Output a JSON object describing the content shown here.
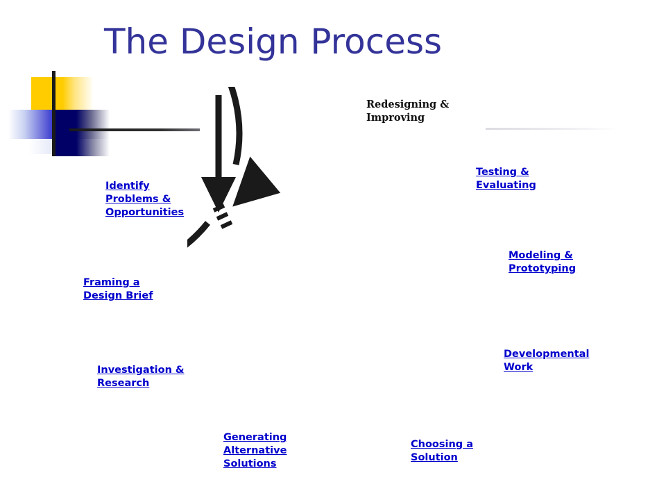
{
  "slide": {
    "title": "The Design Process",
    "title_color": "#333399",
    "background": "#ffffff"
  },
  "decoration": {
    "yellow_color": "#FFCC00",
    "navy_color": "#000066",
    "blue_color": "#3333CC",
    "line_color": "#1a1a1a",
    "right_rule_color": "#dcdce2"
  },
  "diagram": {
    "type": "cycle",
    "shape": "circle",
    "stroke_color": "#1a1a1a",
    "stroke_width": 9,
    "direction": "counter-clockwise",
    "entry_arrow": "downward-vertical-arrow",
    "cycle_arrow": "down-left-arrowhead",
    "break_marks": "three-dashes",
    "label_color": "#0000CC"
  },
  "labels": {
    "identify": "Identify\nProblems &\nOpportunities",
    "framing": "Framing a\nDesign Brief",
    "investigation": "Investigation &\nResearch",
    "generating": "Generating\nAlternative\nSolutions",
    "choosing": "Choosing a\nSolution",
    "developmental": "Developmental\nWork",
    "modeling": "Modeling &\nPrototyping",
    "testing": "Testing &\nEvaluating",
    "redesigning": "Redesigning &\nImproving"
  }
}
